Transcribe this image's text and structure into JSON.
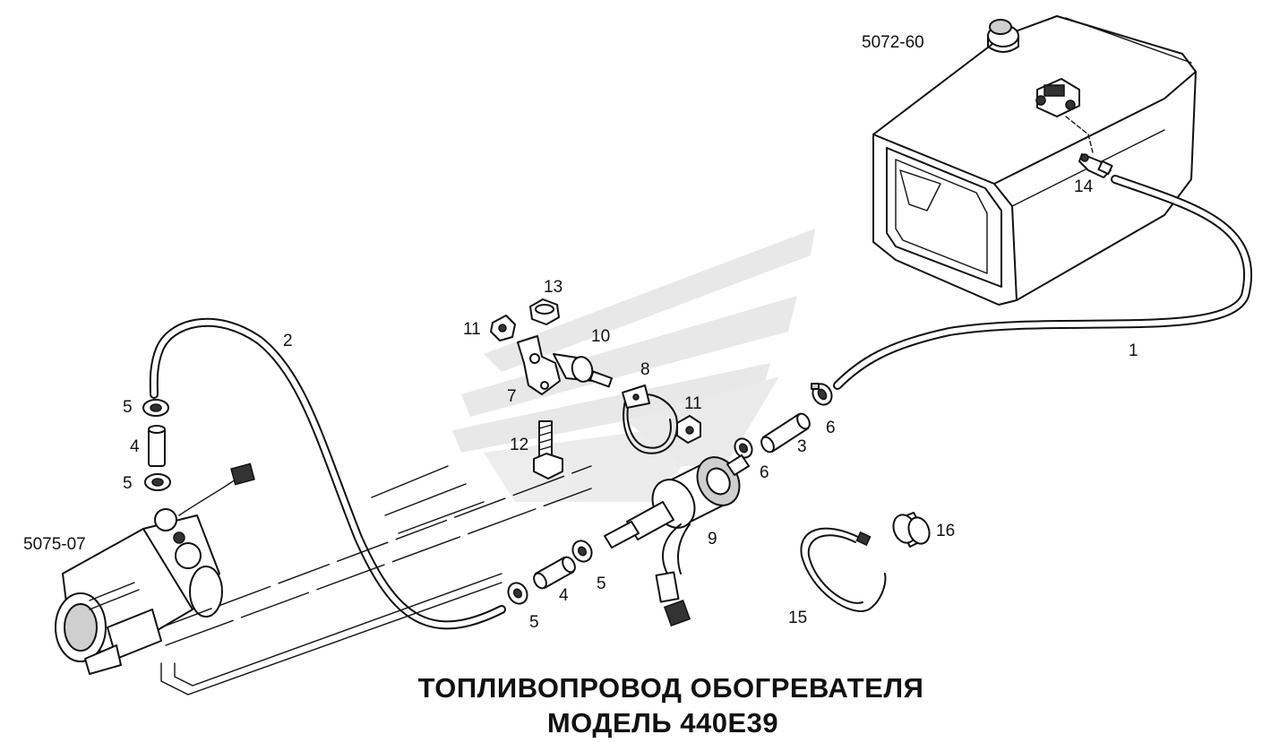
{
  "title": {
    "line1": "ТОПЛИВОПРОВОД ОБОГРЕВАТЕЛЯ",
    "line2": "МОДЕЛЬ 440E39"
  },
  "references": {
    "tank": "5072-60",
    "heater": "5075-07"
  },
  "callouts": {
    "p1": "1",
    "p2": "2",
    "p3": "3",
    "p4a": "4",
    "p4b": "4",
    "p5a": "5",
    "p5b": "5",
    "p5c": "5",
    "p5d": "5",
    "p6a": "6",
    "p6b": "6",
    "p7": "7",
    "p8": "8",
    "p9": "9",
    "p10": "10",
    "p11a": "11",
    "p11b": "11",
    "p12": "12",
    "p13": "13",
    "p14": "14",
    "p15": "15",
    "p16": "16"
  }
}
